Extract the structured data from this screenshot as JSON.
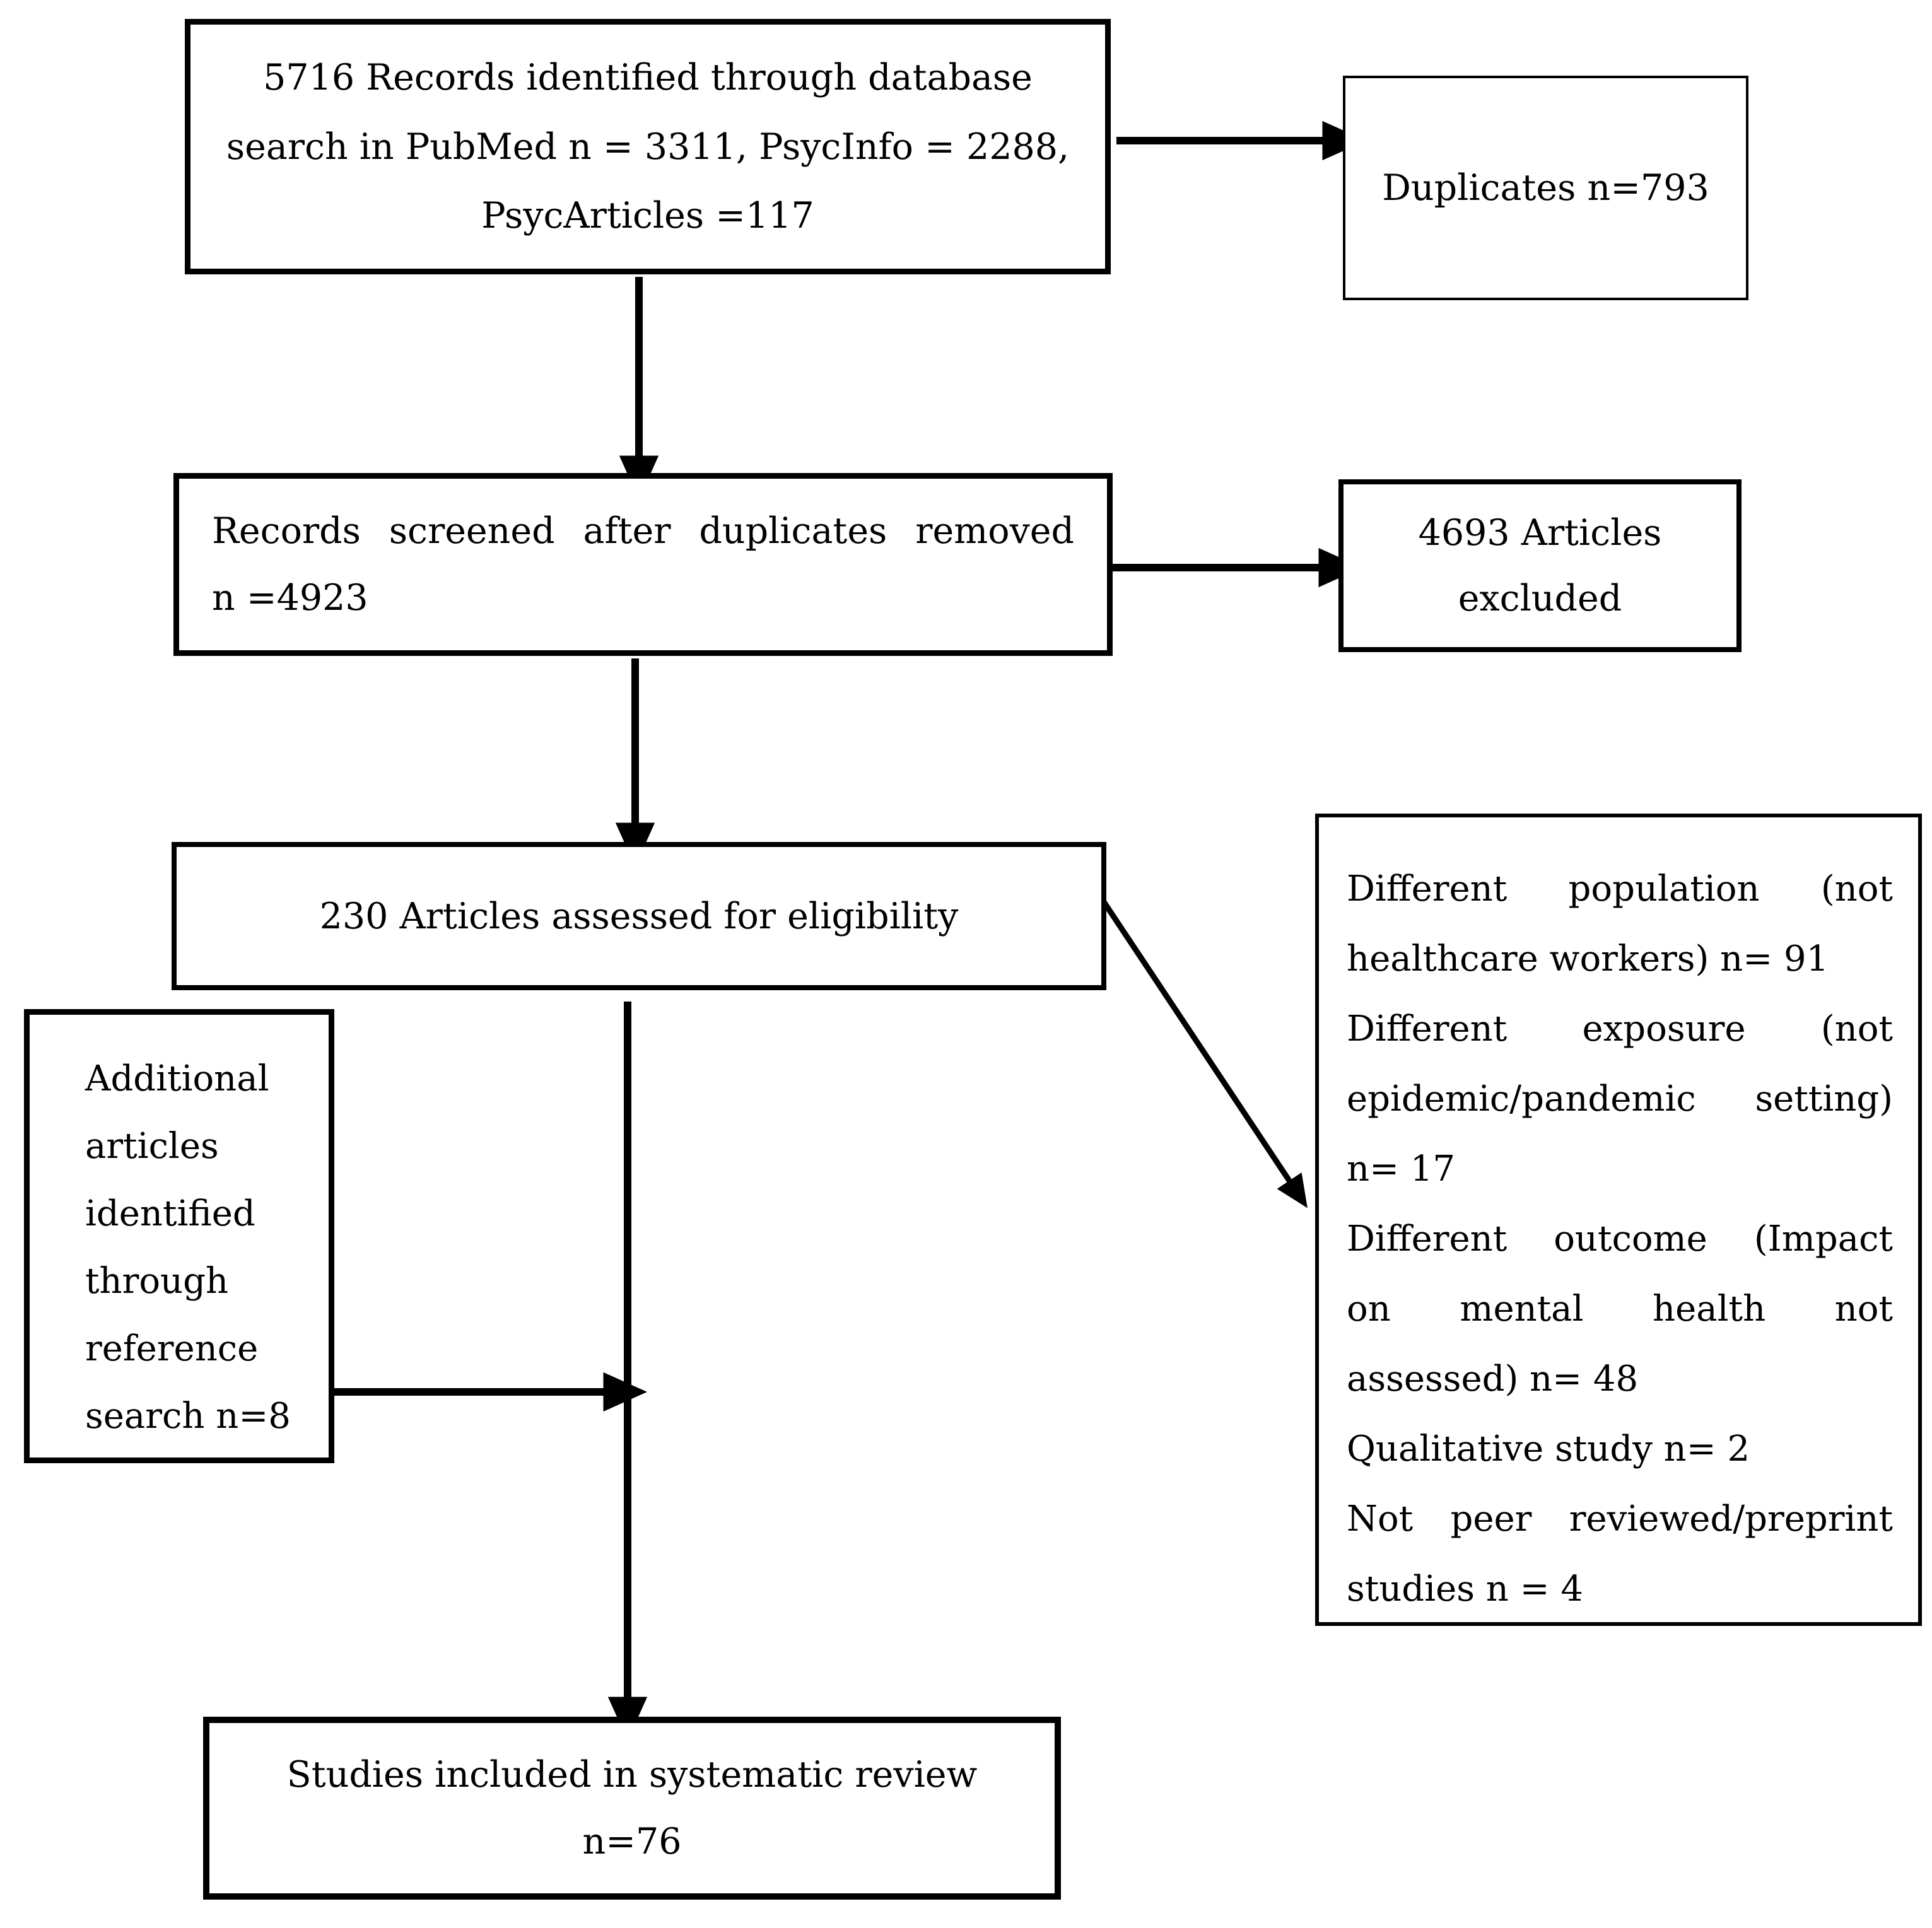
{
  "figure": {
    "type": "prisma_flow_diagram",
    "colors": {
      "line": "#000000",
      "background": "#ffffff",
      "text": "#000000"
    },
    "boxes": {
      "identification": {
        "lines": [
          "5716 Records identified through database",
          "search in PubMed n = 3311, PsycInfo = 2288,",
          "PsycArticles =117"
        ]
      },
      "duplicates": {
        "label": "Duplicates n=793"
      },
      "screened": {
        "justified_line": "Records screened after duplicates removed",
        "count_line": "n =4923"
      },
      "excluded": {
        "lines": [
          "4693 Articles",
          "excluded"
        ]
      },
      "eligibility": {
        "label": "230 Articles assessed for eligibility"
      },
      "additional": {
        "lines": [
          "Additional",
          "articles",
          "identified",
          "through",
          "reference",
          "search n=8"
        ]
      },
      "exclusion_reasons": {
        "lines": [
          "Different population (not",
          "healthcare workers) n= 91",
          "Different exposure (not",
          "epidemic/pandemic setting)",
          "n= 17",
          "Different outcome (Impact",
          "on mental health not",
          "assessed) n= 48",
          "Qualitative study n= 2",
          "Not peer reviewed/preprint",
          "studies n = 4"
        ]
      },
      "included": {
        "lines": [
          "Studies included in systematic review",
          "n=76"
        ]
      }
    }
  }
}
